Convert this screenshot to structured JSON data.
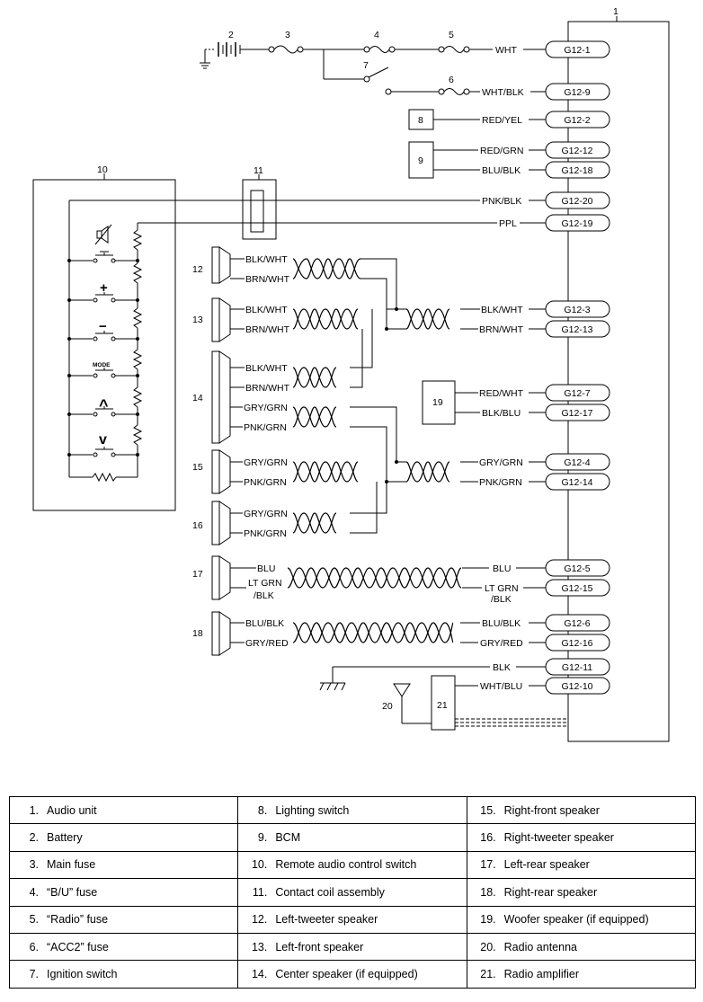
{
  "diagram": {
    "callouts": [
      "1",
      "2",
      "3",
      "4",
      "5",
      "6",
      "7",
      "8",
      "9",
      "10",
      "11",
      "12",
      "13",
      "14",
      "15",
      "16",
      "17",
      "18",
      "19",
      "20",
      "21"
    ],
    "connector_pins": [
      {
        "pin": "G12-1",
        "wire": "WHT"
      },
      {
        "pin": "G12-9",
        "wire": "WHT/BLK"
      },
      {
        "pin": "G12-2",
        "wire": "RED/YEL"
      },
      {
        "pin": "G12-12",
        "wire": "RED/GRN"
      },
      {
        "pin": "G12-18",
        "wire": "BLU/BLK"
      },
      {
        "pin": "G12-20",
        "wire": "PNK/BLK"
      },
      {
        "pin": "G12-19",
        "wire": "PPL"
      },
      {
        "pin": "G12-3",
        "wire": "BLK/WHT"
      },
      {
        "pin": "G12-13",
        "wire": "BRN/WHT"
      },
      {
        "pin": "G12-7",
        "wire": "RED/WHT"
      },
      {
        "pin": "G12-17",
        "wire": "BLK/BLU"
      },
      {
        "pin": "G12-4",
        "wire": "GRY/GRN"
      },
      {
        "pin": "G12-14",
        "wire": "PNK/GRN"
      },
      {
        "pin": "G12-5",
        "wire": "BLU"
      },
      {
        "pin": "G12-15",
        "wire": "LT GRN /BLK"
      },
      {
        "pin": "G12-6",
        "wire": "BLU/BLK"
      },
      {
        "pin": "G12-16",
        "wire": "GRY/RED"
      },
      {
        "pin": "G12-11",
        "wire": "BLK"
      },
      {
        "pin": "G12-10",
        "wire": "WHT/BLU"
      }
    ],
    "speaker_labels": {
      "s12": [
        "BLK/WHT",
        "BRN/WHT"
      ],
      "s13": [
        "BLK/WHT",
        "BRN/WHT"
      ],
      "s14": [
        "BLK/WHT",
        "BRN/WHT",
        "GRY/GRN",
        "PNK/GRN"
      ],
      "s15": [
        "GRY/GRN",
        "PNK/GRN"
      ],
      "s16": [
        "GRY/GRN",
        "PNK/GRN"
      ],
      "s17": [
        "BLU",
        "LT GRN",
        "/BLK"
      ],
      "s18": [
        "BLU/BLK",
        "GRY/RED"
      ]
    },
    "right_labels_17": [
      "BLU",
      "LT GRN",
      "/BLK"
    ],
    "switch_labels": {
      "plus": "+",
      "minus": "−",
      "mode": "MODE",
      "up": "^",
      "down": "v"
    }
  },
  "legend": [
    [
      {
        "n": "1.",
        "t": "Audio unit"
      },
      {
        "n": "8.",
        "t": "Lighting switch"
      },
      {
        "n": "15.",
        "t": "Right-front speaker"
      }
    ],
    [
      {
        "n": "2.",
        "t": "Battery"
      },
      {
        "n": "9.",
        "t": "BCM"
      },
      {
        "n": "16.",
        "t": "Right-tweeter speaker"
      }
    ],
    [
      {
        "n": "3.",
        "t": "Main fuse"
      },
      {
        "n": "10.",
        "t": "Remote audio control switch"
      },
      {
        "n": "17.",
        "t": "Left-rear speaker"
      }
    ],
    [
      {
        "n": "4.",
        "t": "“B/U” fuse"
      },
      {
        "n": "11.",
        "t": "Contact coil assembly"
      },
      {
        "n": "18.",
        "t": "Right-rear speaker"
      }
    ],
    [
      {
        "n": "5.",
        "t": "“Radio” fuse"
      },
      {
        "n": "12.",
        "t": "Left-tweeter speaker"
      },
      {
        "n": "19.",
        "t": "Woofer speaker (if equipped)"
      }
    ],
    [
      {
        "n": "6.",
        "t": "“ACC2” fuse"
      },
      {
        "n": "13.",
        "t": "Left-front speaker"
      },
      {
        "n": "20.",
        "t": "Radio antenna"
      }
    ],
    [
      {
        "n": "7.",
        "t": "Ignition switch"
      },
      {
        "n": "14.",
        "t": "Center speaker (if equipped)"
      },
      {
        "n": "21.",
        "t": "Radio amplifier"
      }
    ]
  ]
}
